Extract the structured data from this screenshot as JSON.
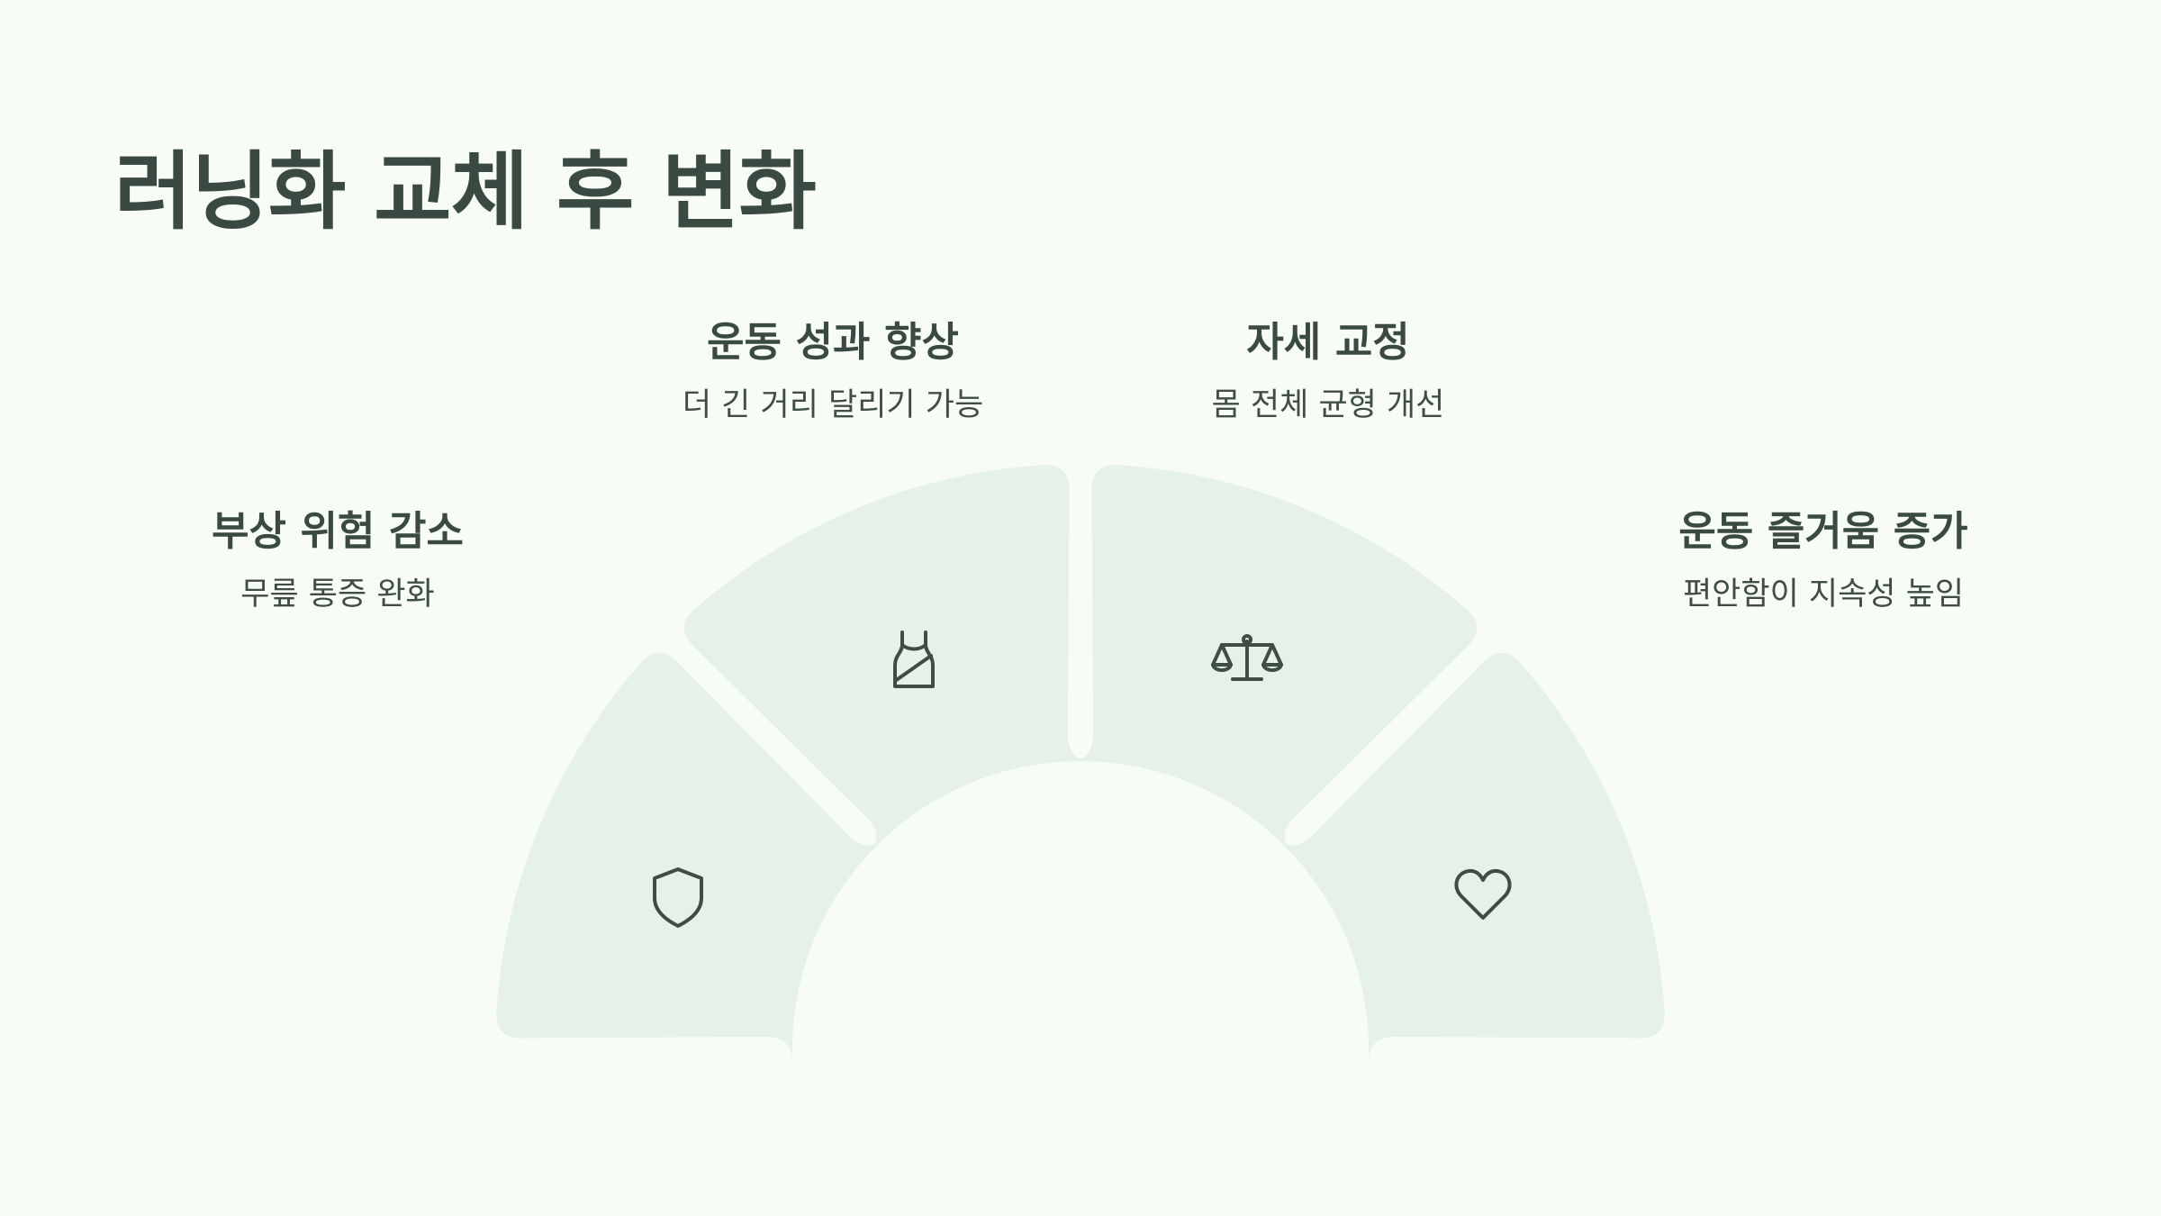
{
  "title": "러닝화 교체 후 변화",
  "colors": {
    "background": "#f7fcf7",
    "segment": "#e6f1e7",
    "text": "#3a4a42"
  },
  "segments": [
    {
      "heading": "부상 위험 감소",
      "description": "무릎 통증 완화",
      "icon": "shield-icon"
    },
    {
      "heading": "운동 성과 향상",
      "description": "더 긴 거리 달리기 가능",
      "icon": "tank-top-icon"
    },
    {
      "heading": "자세 교정",
      "description": "몸 전체 균형 개선",
      "icon": "scale-icon"
    },
    {
      "heading": "운동 즐거움 증가",
      "description": "편안함이 지속성 높임",
      "icon": "heart-icon"
    }
  ]
}
